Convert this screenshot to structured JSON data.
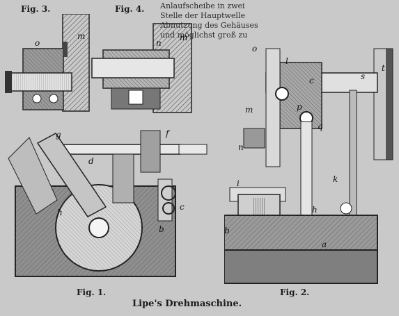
{
  "figure_labels": {
    "fig3": "Fig. 3.",
    "fig4": "Fig. 4.",
    "fig1": "Fig. 1.",
    "fig2": "Fig. 2."
  },
  "caption": "Lipe's Drehmaschine.",
  "bleed_text": {
    "line1": "Anlaufscheibe in zwei",
    "line2": "Stelle der Hauptwelle",
    "line3": "Abnutzung des Gehäuses",
    "line4": "und möglichst groß zu"
  },
  "part_letters": {
    "fig3_o": "o",
    "fig3_m": "m",
    "fig4_n": "n",
    "fig4_m": "m",
    "fig1_g": "g",
    "fig1_f": "f",
    "fig1_d": "d",
    "fig1_c": "c",
    "fig1_b": "b",
    "fig1_h": "h",
    "fig2_o": "o",
    "fig2_l": "l",
    "fig2_c": "c",
    "fig2_s": "s",
    "fig2_t": "t",
    "fig2_m": "m",
    "fig2_p": "p",
    "fig2_q": "q",
    "fig2_n": "n",
    "fig2_i": "i",
    "fig2_b": "b",
    "fig2_h": "h",
    "fig2_k": "k",
    "fig2_a": "a"
  },
  "colors": {
    "paper": "#c9c9c9",
    "ink": "#1b1b1b",
    "hatch": "#6f6f6f"
  }
}
